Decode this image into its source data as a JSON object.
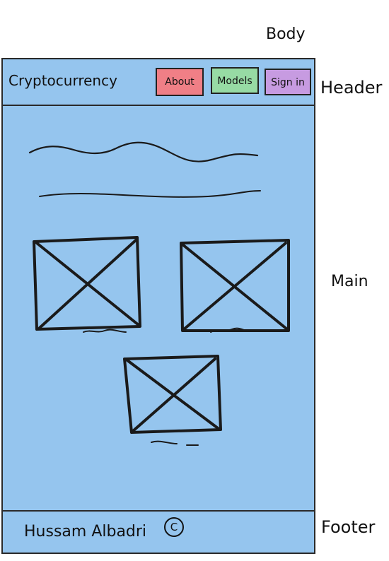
{
  "annotations": {
    "body": "Body",
    "header": "Header",
    "main": "Main",
    "footer": "Footer"
  },
  "header": {
    "site_title": "Cryptocurrency",
    "nav": {
      "about": "About",
      "models": "Models",
      "sign_in": "Sign in"
    }
  },
  "footer": {
    "author": "Hussam Albadri",
    "copyright_symbol": "C"
  },
  "colors": {
    "page_background": "#95c5ee",
    "about_button": "#f07f86",
    "models_button": "#97dba4",
    "sign_in_button": "#c79be1"
  }
}
